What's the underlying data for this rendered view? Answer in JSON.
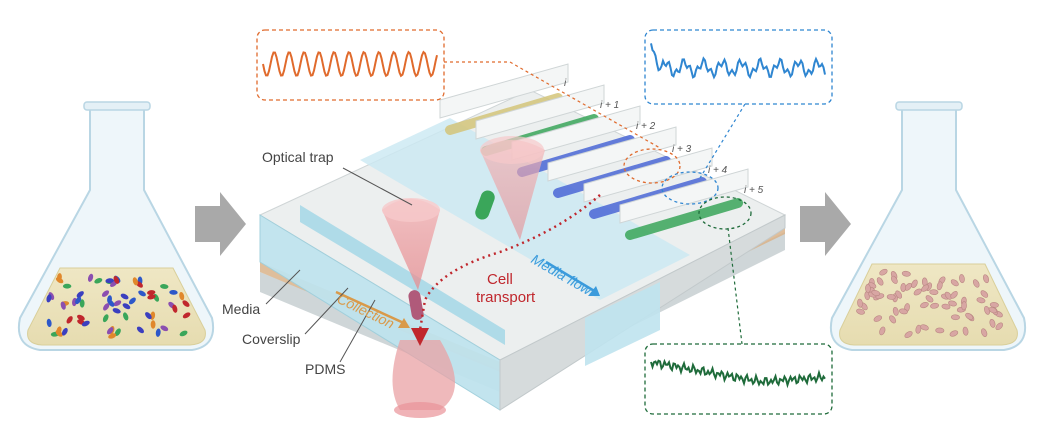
{
  "labels": {
    "optical_trap": "Optical trap",
    "media": "Media",
    "coverslip": "Coverslip",
    "pdms": "PDMS",
    "collection": "Collection",
    "cell_transport_1": "Cell",
    "cell_transport_2": "transport",
    "media_flow": "Media flow"
  },
  "channel_indices": [
    "i",
    "i + 1",
    "i + 2",
    "i + 3",
    "i + 4",
    "i + 5"
  ],
  "colors": {
    "orange_trace": "#e06a2c",
    "blue_trace": "#2f86d1",
    "green_trace": "#1e6b3a",
    "cell_transport": "#c0272d",
    "media_flow": "#3a9bdc",
    "collection": "#d99a4a"
  }
}
